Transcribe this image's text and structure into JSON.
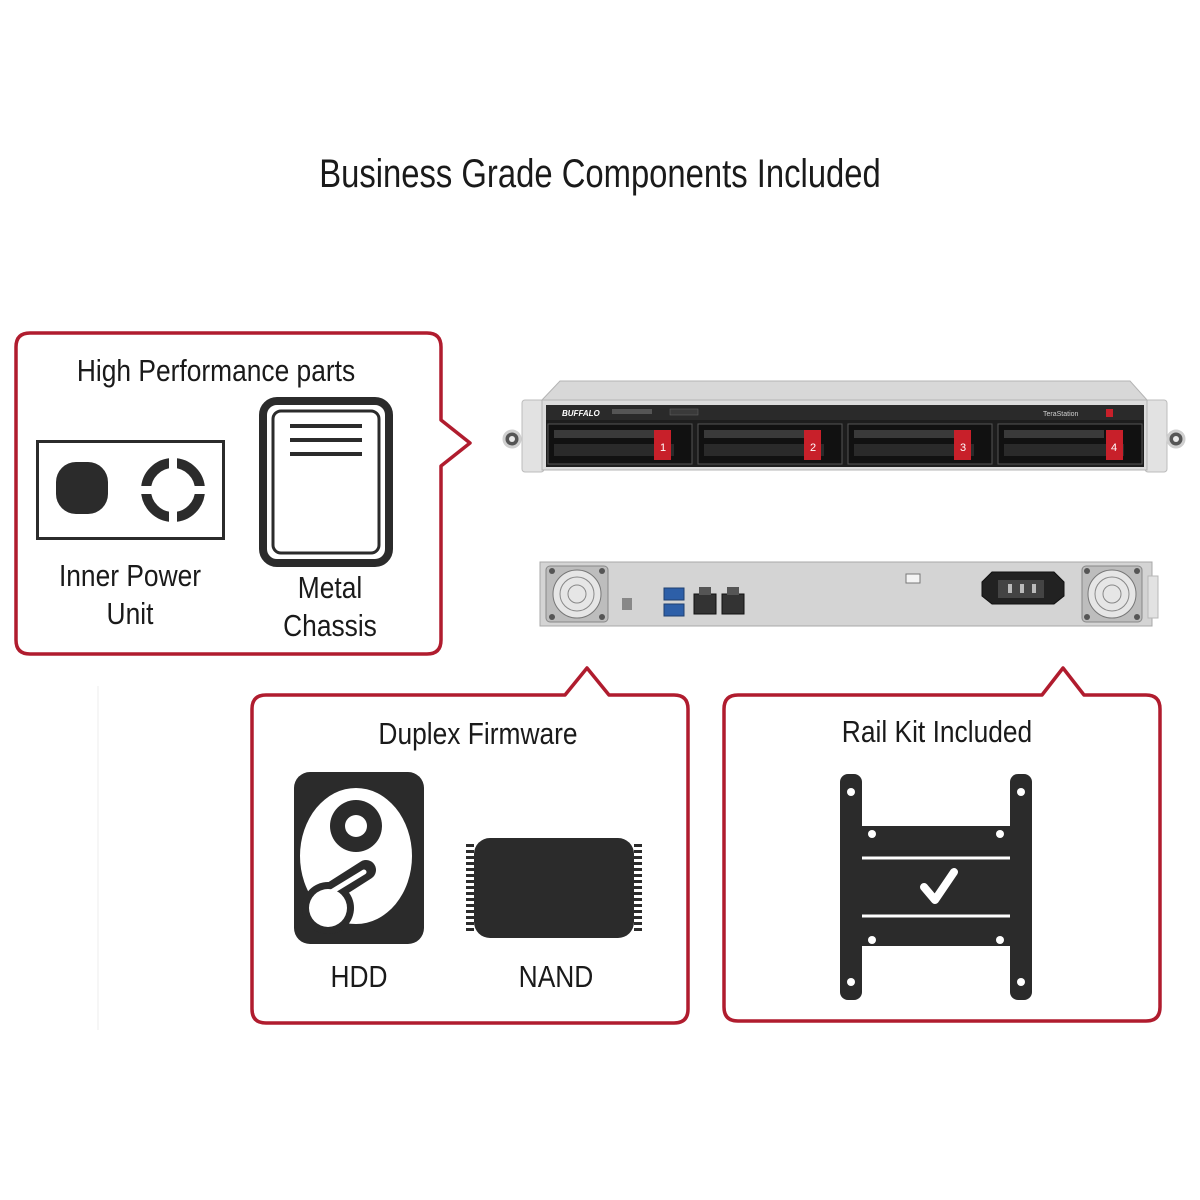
{
  "title": "Business Grade Components Included",
  "device": {
    "brand": "BUFFALO",
    "model": "TeraStation",
    "bays": [
      "1",
      "2",
      "3",
      "4"
    ]
  },
  "panels": {
    "performance": {
      "heading": "High Performance parts",
      "items": [
        {
          "icon": "power-unit-icon",
          "label_line1": "Inner Power",
          "label_line2": "Unit"
        },
        {
          "icon": "chassis-icon",
          "label_line1": "Metal",
          "label_line2": "Chassis"
        }
      ]
    },
    "firmware": {
      "heading": "Duplex Firmware",
      "items": [
        {
          "icon": "hdd-icon",
          "label": "HDD"
        },
        {
          "icon": "nand-chip-icon",
          "label": "NAND"
        }
      ]
    },
    "rail": {
      "heading": "Rail Kit Included",
      "icon": "rail-kit-icon"
    }
  },
  "colors": {
    "callout_border": "#b01c2e",
    "icon_fill": "#2b2b2b",
    "bay_accent": "#c8202a"
  }
}
